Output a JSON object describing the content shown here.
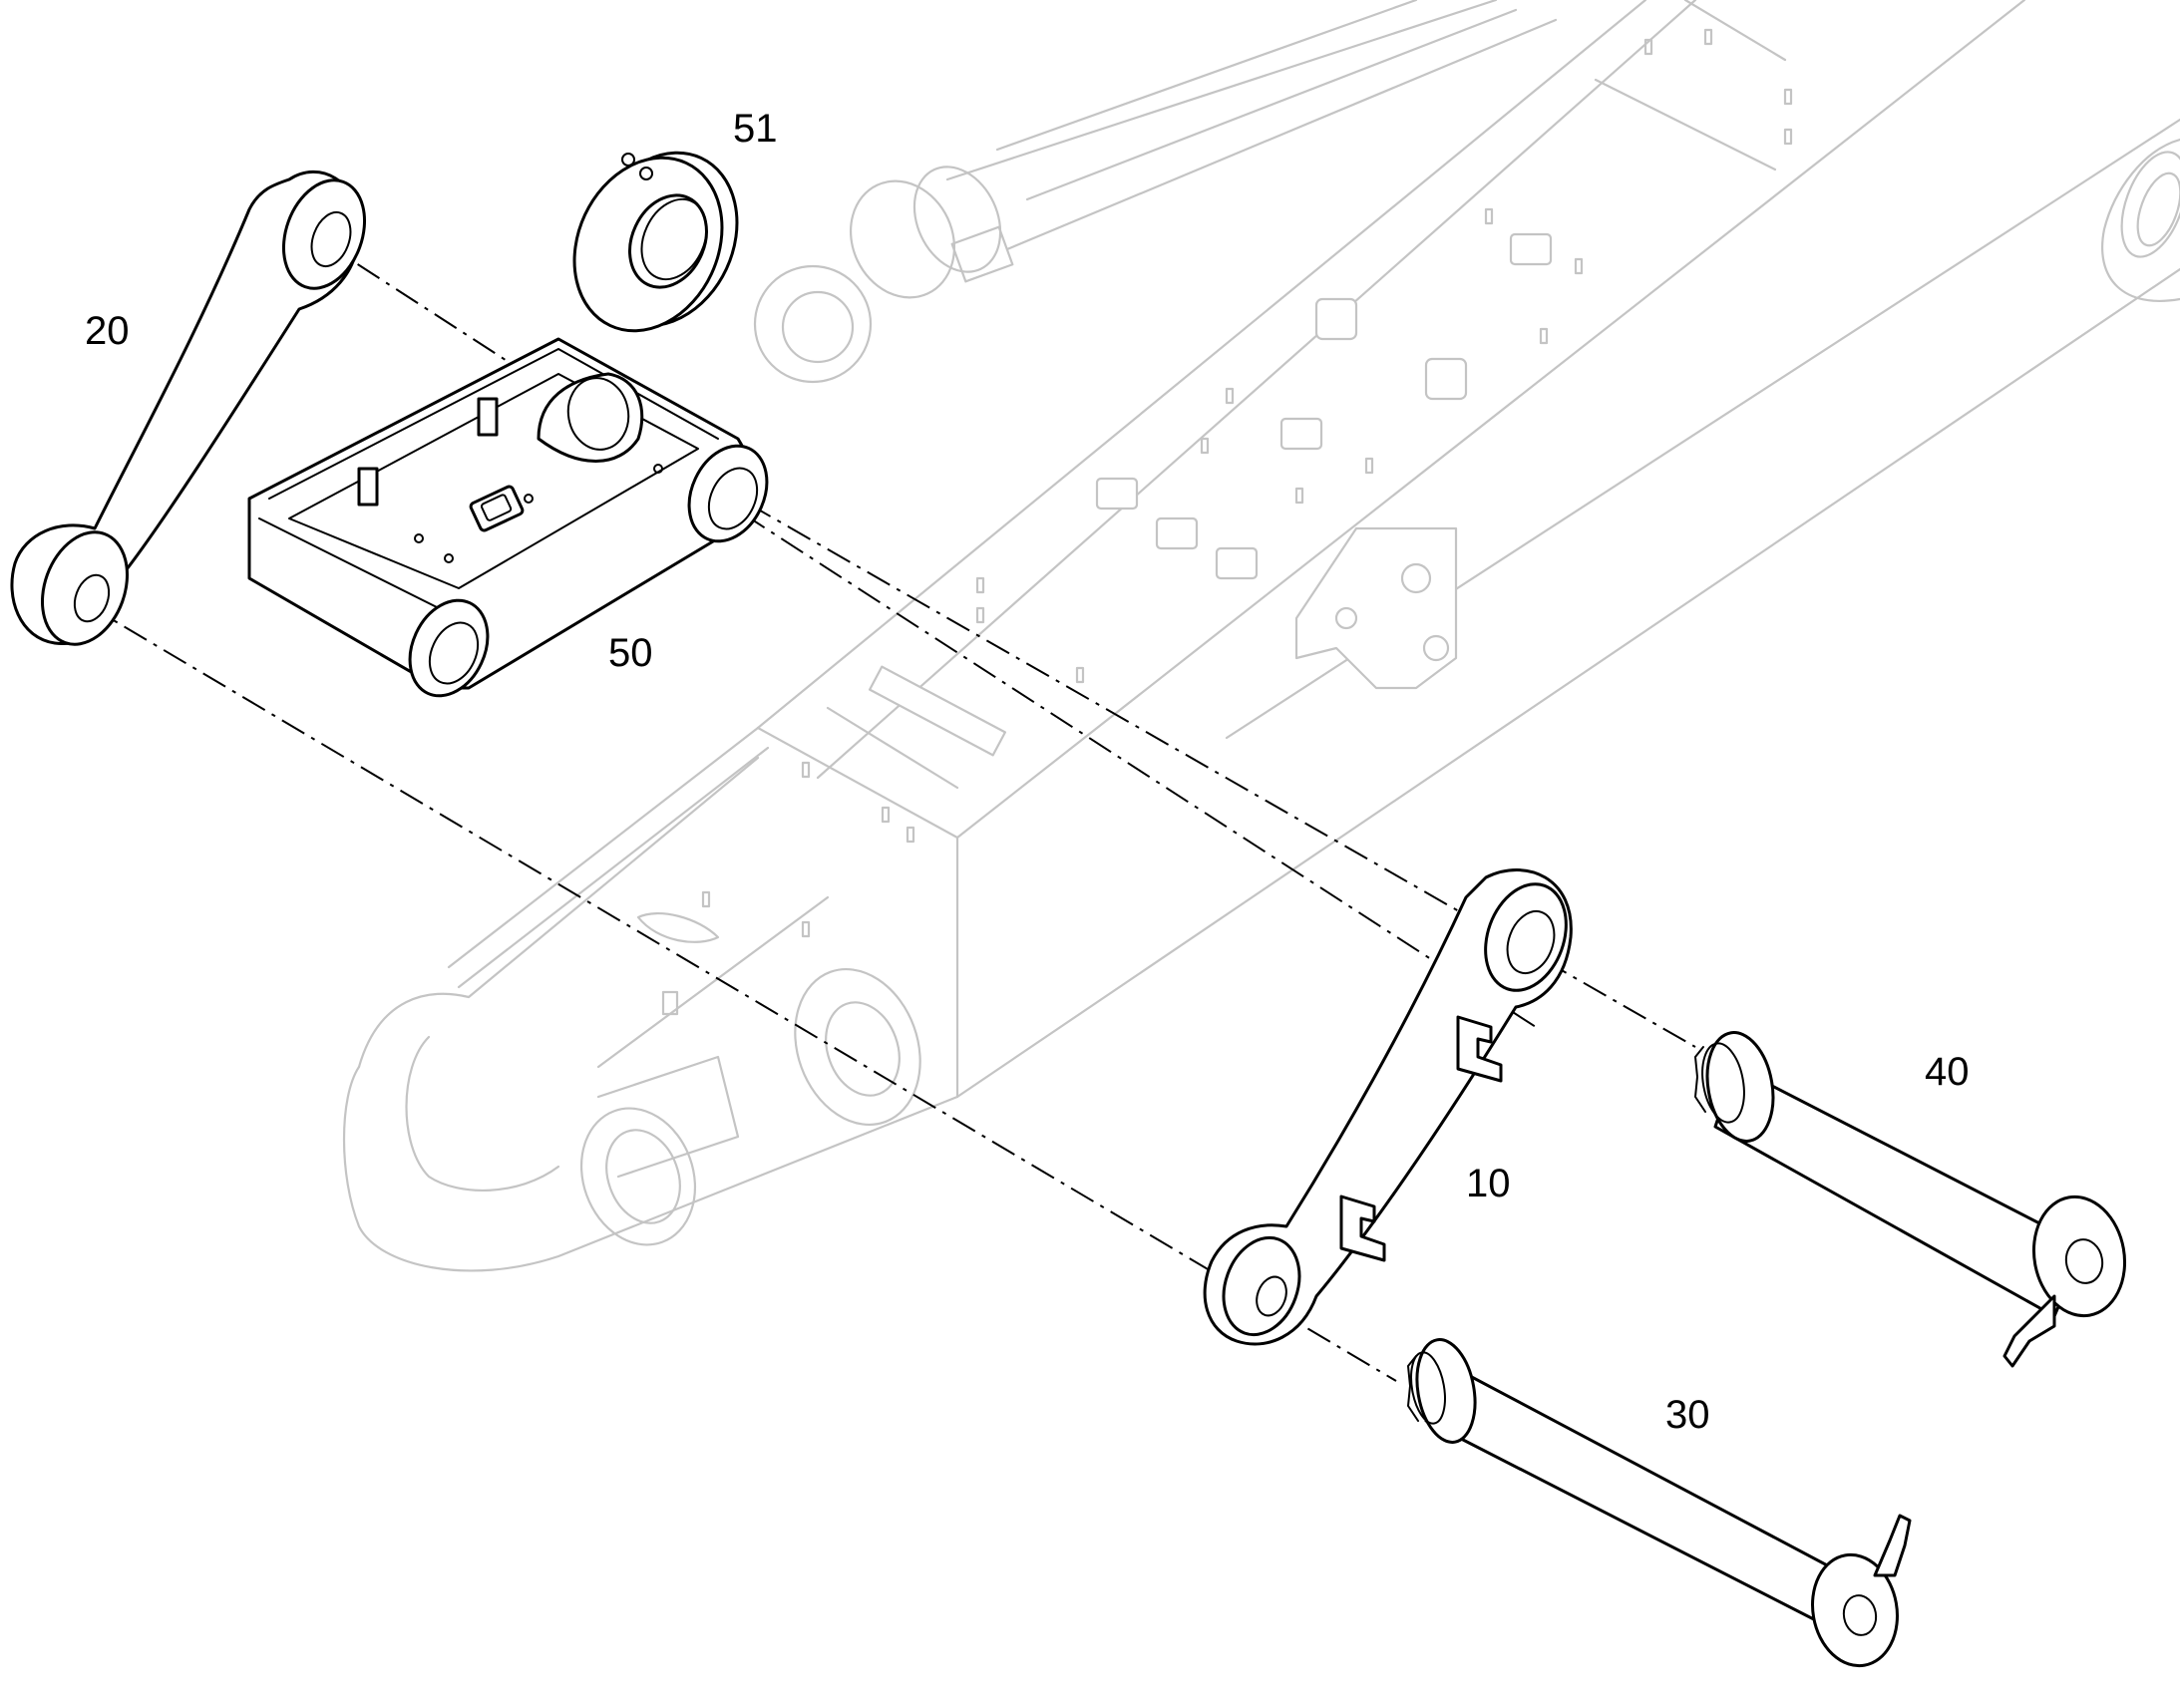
{
  "callouts": [
    {
      "id": "51",
      "label": "51"
    },
    {
      "id": "20",
      "label": "20"
    },
    {
      "id": "50",
      "label": "50"
    },
    {
      "id": "40",
      "label": "40"
    },
    {
      "id": "10",
      "label": "10"
    },
    {
      "id": "30",
      "label": "30"
    }
  ],
  "colors": {
    "part_stroke": "#000000",
    "ghost_stroke": "#c4c4c4",
    "background": "#ffffff"
  }
}
